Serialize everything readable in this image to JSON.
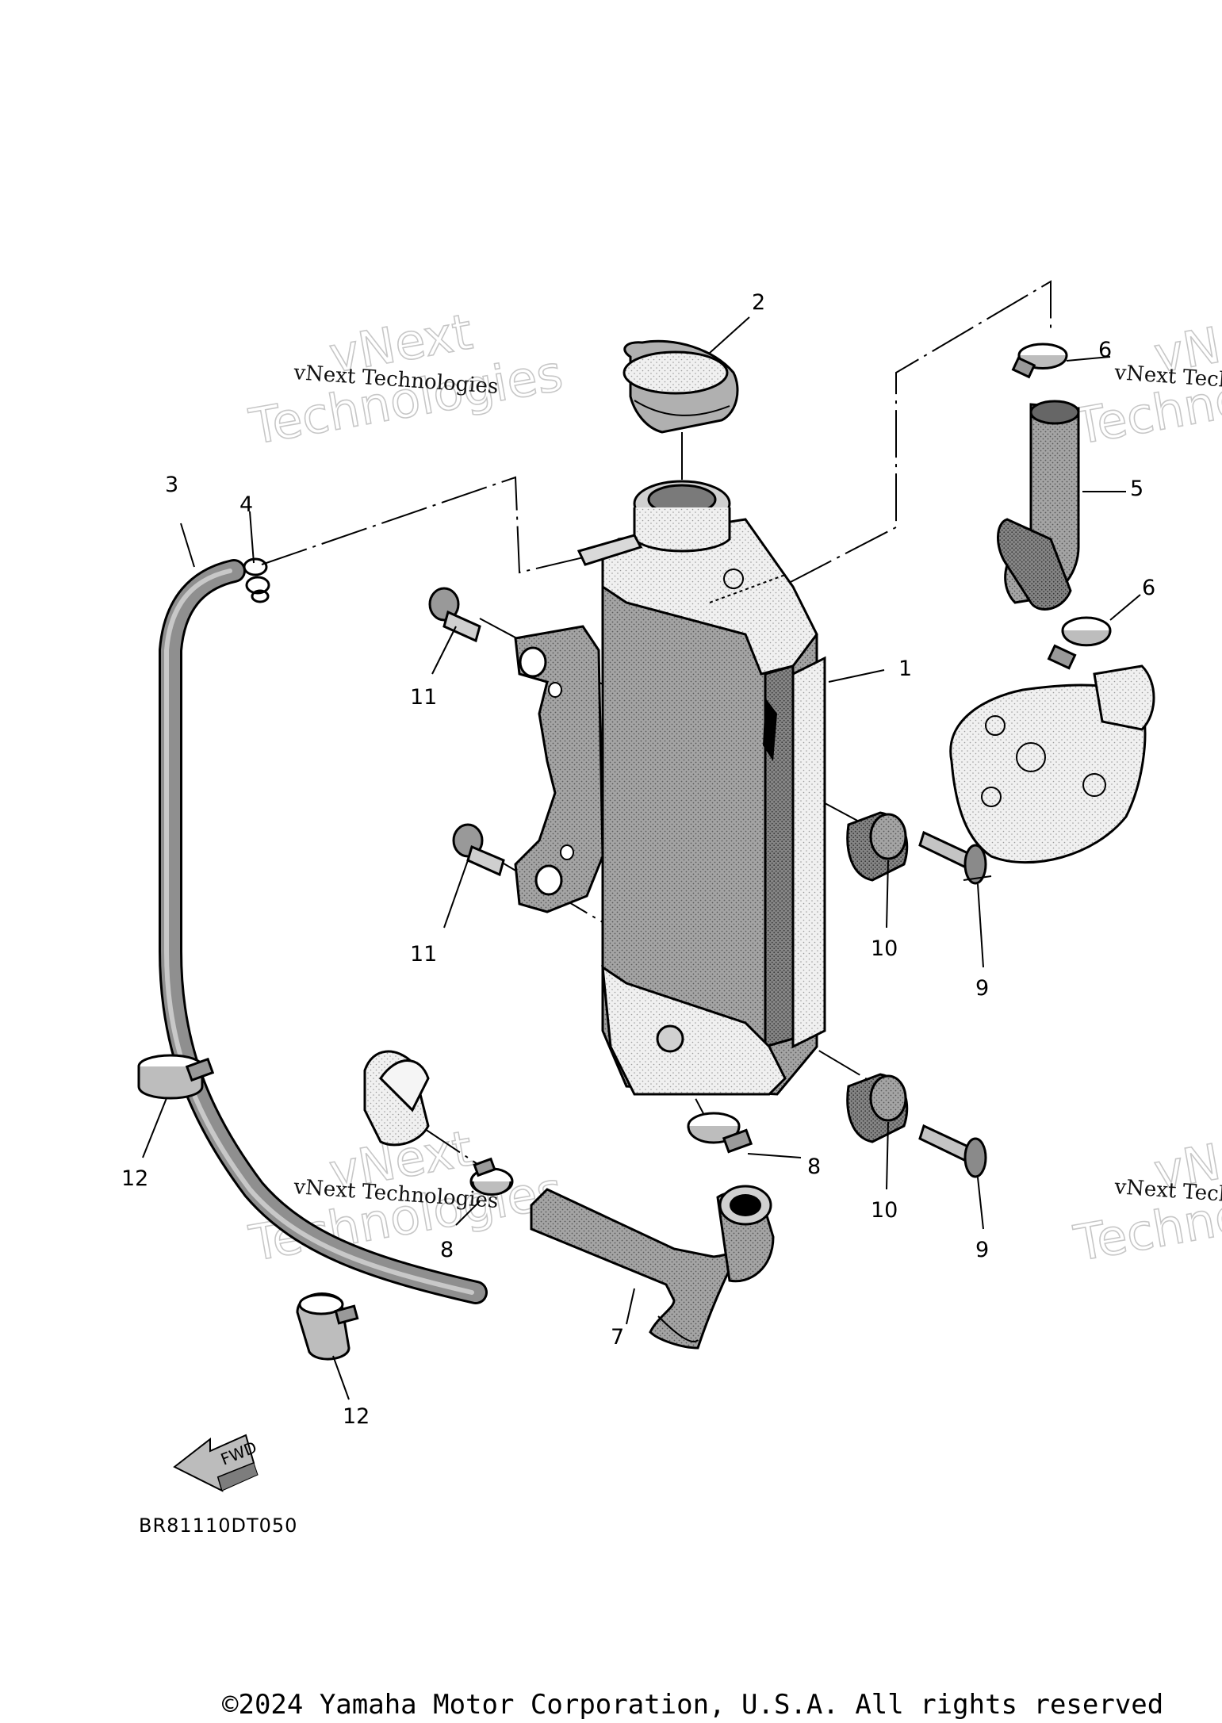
{
  "diagram": {
    "code": "BR81110DT050",
    "fwd_label": "FWD",
    "copyright": "©2024 Yamaha Motor Corporation, U.S.A. All rights reserved",
    "watermark": {
      "line1": "vNext Technologies",
      "line2_big_a": "vNext",
      "line2_big_b": "Technologies"
    },
    "callouts": {
      "c1": "1",
      "c2": "2",
      "c3": "3",
      "c4": "4",
      "c5": "5",
      "c6a": "6",
      "c6b": "6",
      "c7": "7",
      "c8a": "8",
      "c8b": "8",
      "c9a": "9",
      "c9b": "9",
      "c10a": "10",
      "c10b": "10",
      "c11a": "11",
      "c11b": "11",
      "c12a": "12",
      "c12b": "12"
    },
    "colors": {
      "part_fill": "#a9a9a9",
      "part_fill_dark": "#7d7d7d",
      "part_fill_light": "#e4e4e4"
    }
  }
}
